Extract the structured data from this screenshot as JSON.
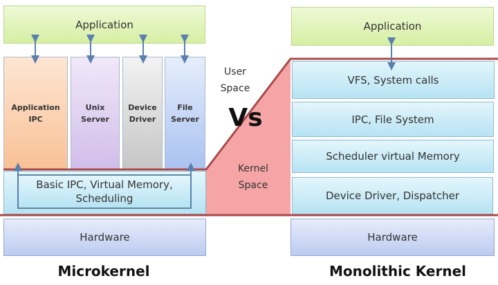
{
  "microkernel": {
    "title": "Microkernel",
    "application": "Application",
    "servers": [
      {
        "line1": "Application",
        "line2": "IPC"
      },
      {
        "line1": "Unix",
        "line2": "Server"
      },
      {
        "line1": "Device",
        "line2": "Driver"
      },
      {
        "line1": "File",
        "line2": "Server"
      }
    ],
    "kernel_line1": "Basic IPC, Virtual Memory,",
    "kernel_line2": "Scheduling",
    "hardware": "Hardware"
  },
  "center": {
    "user_space_1": "User",
    "user_space_2": "Space",
    "vs": "Vs",
    "kernel_space_1": "Kernel",
    "kernel_space_2": "Space"
  },
  "monolithic": {
    "title": "Monolithic Kernel",
    "application": "Application",
    "layers": [
      "VFS, System calls",
      "IPC, File System",
      "Scheduler virtual Memory",
      "Device Driver, Dispatcher"
    ],
    "hardware": "Hardware"
  },
  "colors": {
    "boundary": "#a84a4a",
    "kernel_space": "#f4a3a3",
    "arrow": "#5b7fae"
  }
}
